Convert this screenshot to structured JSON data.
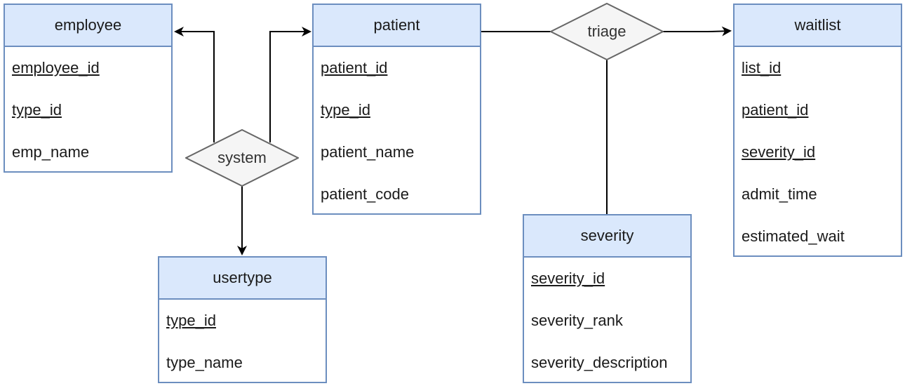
{
  "colors": {
    "entity_header_fill": "#dae8fc",
    "entity_border": "#6c8ebf",
    "relation_fill": "#f5f5f5",
    "relation_border": "#666666",
    "connector": "#000000"
  },
  "entities": {
    "employee": {
      "title": "employee",
      "attributes": [
        "employee_id",
        "type_id",
        "emp_name"
      ],
      "keys": [
        "employee_id",
        "type_id"
      ]
    },
    "patient": {
      "title": "patient",
      "attributes": [
        "patient_id",
        "type_id",
        "patient_name",
        "patient_code"
      ],
      "keys": [
        "patient_id",
        "type_id"
      ]
    },
    "waitlist": {
      "title": "waitlist",
      "attributes": [
        "list_id",
        "patient_id",
        "severity_id",
        "admit_time",
        "estimated_wait"
      ],
      "keys": [
        "list_id",
        "patient_id",
        "severity_id"
      ]
    },
    "usertype": {
      "title": "usertype",
      "attributes": [
        "type_id",
        "type_name"
      ],
      "keys": [
        "type_id"
      ]
    },
    "severity": {
      "title": "severity",
      "attributes": [
        "severity_id",
        "severity_rank",
        "severity_description"
      ],
      "keys": [
        "severity_id"
      ]
    }
  },
  "relations": {
    "system": {
      "label": "system"
    },
    "triage": {
      "label": "triage"
    }
  },
  "connections": [
    {
      "from": "system",
      "to": "employee",
      "arrow": true
    },
    {
      "from": "system",
      "to": "patient",
      "arrow": true
    },
    {
      "from": "system",
      "to": "usertype",
      "arrow": true
    },
    {
      "from": "patient",
      "to": "triage",
      "arrow": false
    },
    {
      "from": "triage",
      "to": "waitlist",
      "arrow": true
    },
    {
      "from": "triage",
      "to": "severity",
      "arrow": false
    }
  ]
}
